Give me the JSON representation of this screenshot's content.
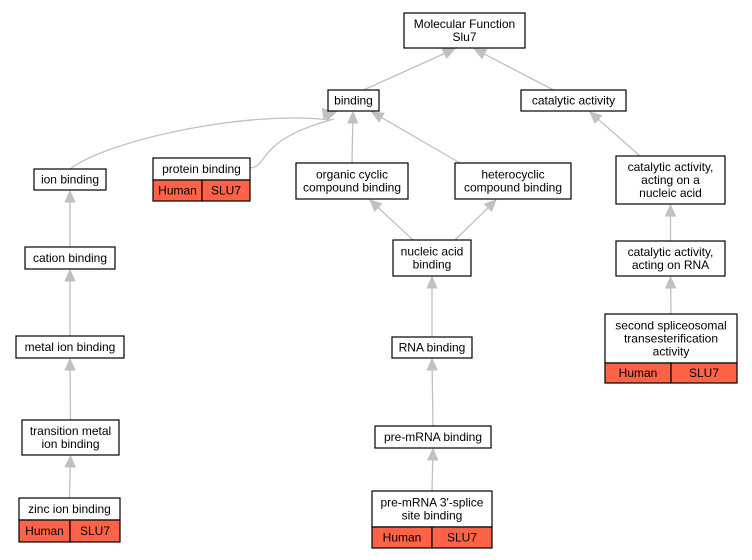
{
  "graph": {
    "root": {
      "lines": [
        "Molecular Function",
        "Slu7"
      ]
    },
    "nodes": {
      "binding": {
        "lines": [
          "binding"
        ]
      },
      "catalytic_activity": {
        "lines": [
          "catalytic activity"
        ]
      },
      "ion_binding": {
        "lines": [
          "ion binding"
        ]
      },
      "protein_binding": {
        "lines": [
          "protein binding"
        ],
        "annotation": [
          "Human",
          "SLU7"
        ]
      },
      "organic_cyclic": {
        "lines": [
          "organic cyclic",
          "compound binding"
        ]
      },
      "heterocyclic": {
        "lines": [
          "heterocyclic",
          "compound binding"
        ]
      },
      "catalytic_nucleic": {
        "lines": [
          "catalytic activity,",
          "acting on a",
          "nucleic acid"
        ]
      },
      "cation_binding": {
        "lines": [
          "cation binding"
        ]
      },
      "nucleic_acid": {
        "lines": [
          "nucleic acid",
          "binding"
        ]
      },
      "catalytic_rna": {
        "lines": [
          "catalytic activity,",
          "acting on RNA"
        ]
      },
      "metal_ion": {
        "lines": [
          "metal ion binding"
        ]
      },
      "rna_binding": {
        "lines": [
          "RNA binding"
        ]
      },
      "second_spliceosomal": {
        "lines": [
          "second spliceosomal",
          "transesterification",
          "activity"
        ],
        "annotation": [
          "Human",
          "SLU7"
        ]
      },
      "transition_metal": {
        "lines": [
          "transition metal",
          "ion binding"
        ]
      },
      "pre_mrna": {
        "lines": [
          "pre-mRNA binding"
        ]
      },
      "zinc_ion": {
        "lines": [
          "zinc ion binding"
        ],
        "annotation": [
          "Human",
          "SLU7"
        ]
      },
      "pre_mrna_3": {
        "lines": [
          "pre-mRNA 3'-splice",
          "site binding"
        ],
        "annotation": [
          "Human",
          "SLU7"
        ]
      }
    },
    "edges": [
      [
        "binding",
        "root"
      ],
      [
        "catalytic_activity",
        "root"
      ],
      [
        "ion_binding",
        "binding"
      ],
      [
        "protein_binding",
        "binding"
      ],
      [
        "organic_cyclic",
        "binding"
      ],
      [
        "heterocyclic",
        "binding"
      ],
      [
        "catalytic_nucleic",
        "catalytic_activity"
      ],
      [
        "cation_binding",
        "ion_binding"
      ],
      [
        "nucleic_acid",
        "organic_cyclic"
      ],
      [
        "nucleic_acid",
        "heterocyclic"
      ],
      [
        "catalytic_rna",
        "catalytic_nucleic"
      ],
      [
        "metal_ion",
        "cation_binding"
      ],
      [
        "rna_binding",
        "nucleic_acid"
      ],
      [
        "second_spliceosomal",
        "catalytic_rna"
      ],
      [
        "transition_metal",
        "metal_ion"
      ],
      [
        "pre_mrna",
        "rna_binding"
      ],
      [
        "zinc_ion",
        "transition_metal"
      ],
      [
        "pre_mrna_3",
        "pre_mrna"
      ]
    ],
    "colors": {
      "annotation_fill": "#ff6347",
      "edge": "#c0c0c0",
      "node_border": "#000000"
    }
  }
}
